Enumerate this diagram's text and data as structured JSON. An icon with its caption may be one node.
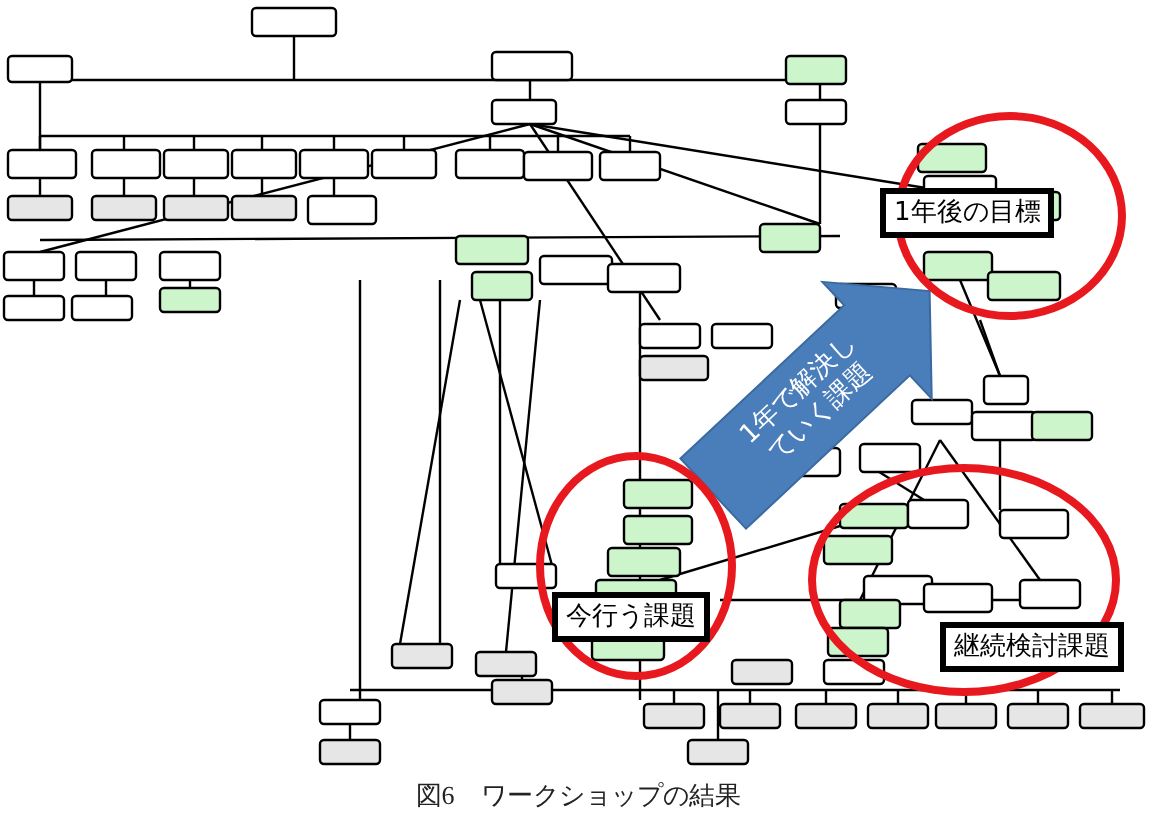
{
  "diagram": {
    "caption": "図6　ワークショップの結果",
    "nodes": [
      {
        "text": [
          "1年後の目標"
        ]
      },
      {
        "text": [
          "今行う課題"
        ]
      },
      {
        "text": [
          "継続検討課題"
        ]
      }
    ],
    "edges": [
      {
        "from": 1,
        "to": 0,
        "arrow": "to",
        "label": "1年で解決していく課題"
      }
    ]
  }
}
